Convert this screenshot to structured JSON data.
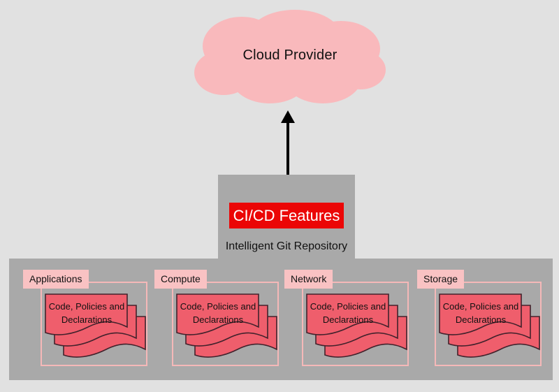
{
  "colors": {
    "bg": "#e1e1e1",
    "box-gray": "#a9a9a9",
    "cloud-pink": "#f9b9bc",
    "badge-pink": "#f9c2c3",
    "border-pink": "#f5b8b8",
    "doc-red": "#ef5e6c",
    "doc-outline": "#42222c",
    "cicd-red": "#eb0606",
    "text-black": "#111111"
  },
  "cloud": {
    "label": "Cloud Provider"
  },
  "repo": {
    "cicd_label": "CI/CD Features",
    "label": "Intelligent Git Repository"
  },
  "sections": {
    "items": [
      {
        "label": "Applications",
        "doc_line1": "Code, Policies and",
        "doc_line2": "Declarations"
      },
      {
        "label": "Compute",
        "doc_line1": "Code, Policies and",
        "doc_line2": "Declarations"
      },
      {
        "label": "Network",
        "doc_line1": "Code, Policies and",
        "doc_line2": "Declarations"
      },
      {
        "label": "Storage",
        "doc_line1": "Code, Policies and",
        "doc_line2": "Declarations"
      }
    ]
  }
}
